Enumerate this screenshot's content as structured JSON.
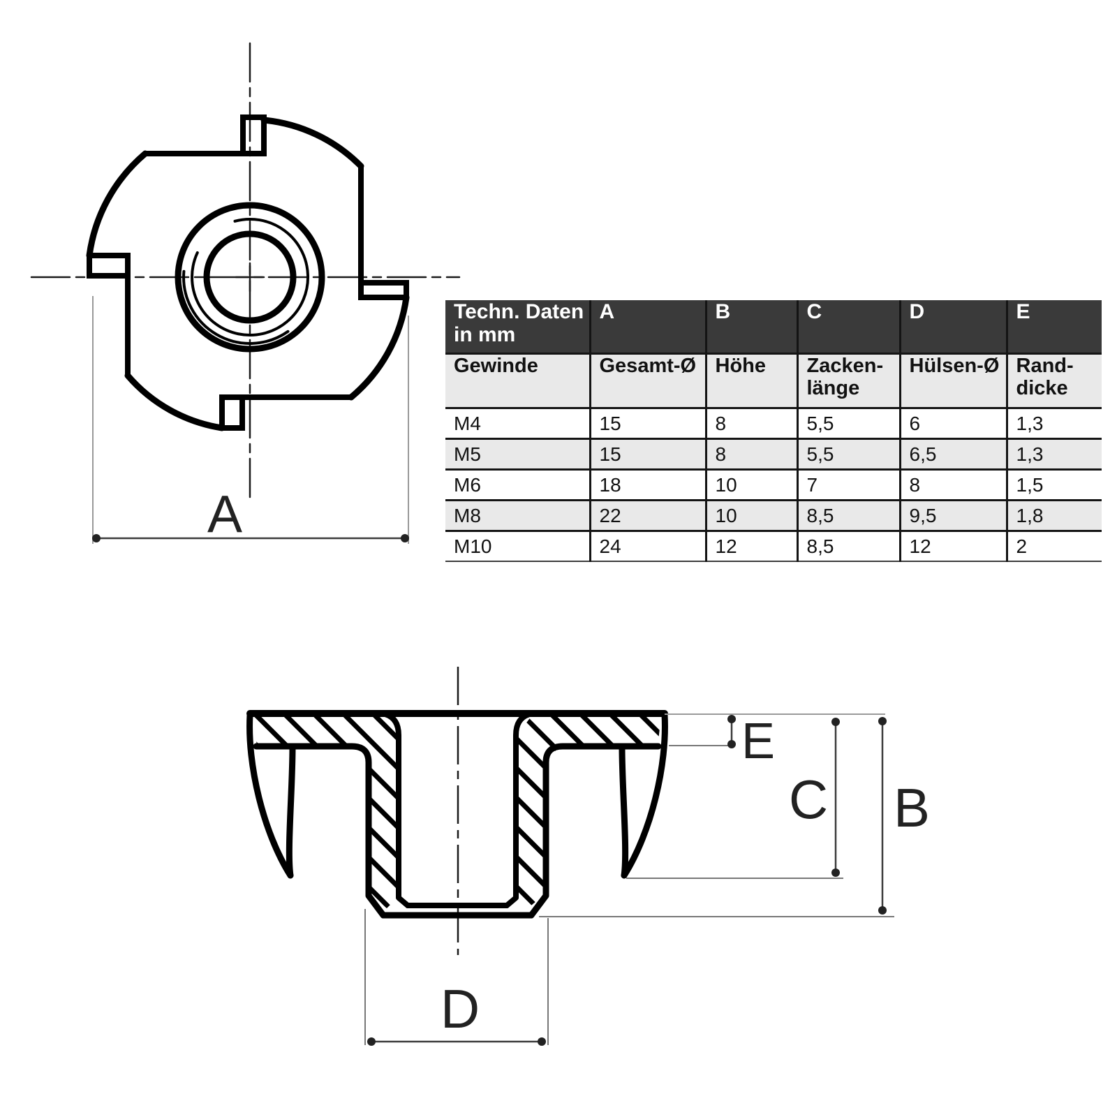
{
  "table": {
    "title": "Techn. Daten\nin mm",
    "dim_letters": [
      "A",
      "B",
      "C",
      "D",
      "E"
    ],
    "subheaders": [
      "Gewinde",
      "Gesamt-Ø",
      "Höhe",
      "Zacken-\nlänge",
      "Hülsen-Ø",
      "Rand-\ndicke"
    ],
    "rows": [
      [
        "M4",
        "15",
        "8",
        "5,5",
        "6",
        "1,3"
      ],
      [
        "M5",
        "15",
        "8",
        "5,5",
        "6,5",
        "1,3"
      ],
      [
        "M6",
        "18",
        "10",
        "7",
        "8",
        "1,5"
      ],
      [
        "M8",
        "22",
        "10",
        "8,5",
        "9,5",
        "1,8"
      ],
      [
        "M10",
        "24",
        "12",
        "8,5",
        "12",
        "2"
      ]
    ]
  },
  "labels": {
    "a": "A",
    "b": "B",
    "c": "C",
    "d": "D",
    "e": "E"
  },
  "colors": {
    "header_bg": "#3a3a3a",
    "row_alt": "#e9e9e9",
    "drawing_line": "#000000",
    "dim_line": "#3c3c3c",
    "ext_line": "#999999"
  }
}
